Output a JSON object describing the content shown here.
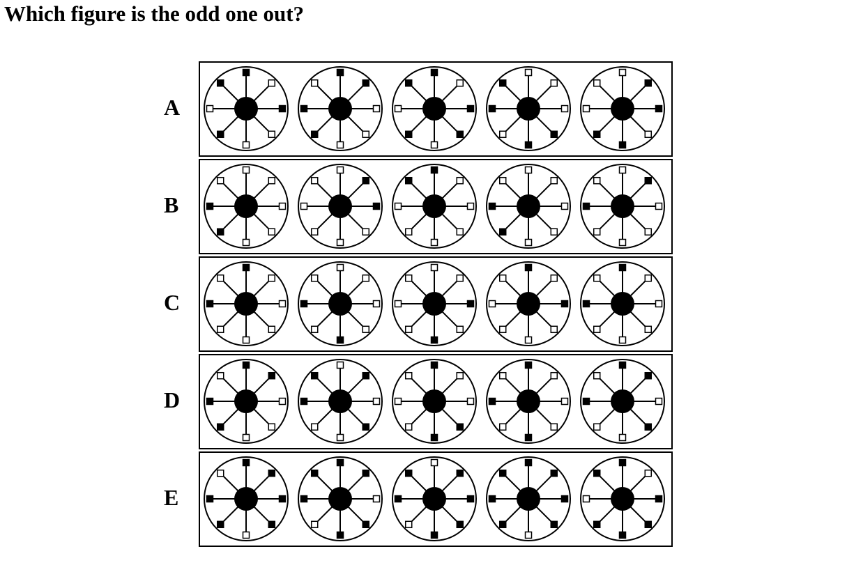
{
  "question": "Which figure is the odd one out?",
  "rows": [
    {
      "label": "A",
      "figures": [
        [
          "F",
          "O",
          "F",
          "O",
          "O",
          "F",
          "O",
          "F"
        ],
        [
          "F",
          "F",
          "O",
          "O",
          "O",
          "F",
          "F",
          "O"
        ],
        [
          "F",
          "O",
          "F",
          "F",
          "O",
          "F",
          "O",
          "F"
        ],
        [
          "O",
          "O",
          "O",
          "F",
          "F",
          "O",
          "F",
          "F"
        ],
        [
          "O",
          "F",
          "F",
          "O",
          "F",
          "F",
          "O",
          "O"
        ]
      ]
    },
    {
      "label": "B",
      "figures": [
        [
          "O",
          "O",
          "O",
          "O",
          "O",
          "F",
          "F",
          "O"
        ],
        [
          "O",
          "F",
          "F",
          "O",
          "O",
          "O",
          "O",
          "O"
        ],
        [
          "F",
          "O",
          "O",
          "O",
          "O",
          "O",
          "O",
          "F"
        ],
        [
          "O",
          "O",
          "O",
          "O",
          "O",
          "F",
          "F",
          "O"
        ],
        [
          "O",
          "F",
          "O",
          "O",
          "O",
          "O",
          "F",
          "O"
        ]
      ]
    },
    {
      "label": "C",
      "figures": [
        [
          "F",
          "O",
          "O",
          "O",
          "O",
          "O",
          "F",
          "O"
        ],
        [
          "O",
          "O",
          "O",
          "O",
          "F",
          "O",
          "F",
          "O"
        ],
        [
          "O",
          "O",
          "F",
          "O",
          "F",
          "O",
          "O",
          "O"
        ],
        [
          "F",
          "O",
          "F",
          "O",
          "O",
          "O",
          "O",
          "O"
        ],
        [
          "F",
          "O",
          "O",
          "O",
          "O",
          "O",
          "F",
          "O"
        ]
      ]
    },
    {
      "label": "D",
      "figures": [
        [
          "F",
          "F",
          "O",
          "O",
          "O",
          "F",
          "F",
          "O"
        ],
        [
          "O",
          "F",
          "O",
          "F",
          "O",
          "O",
          "F",
          "F"
        ],
        [
          "F",
          "O",
          "O",
          "F",
          "F",
          "O",
          "O",
          "O"
        ],
        [
          "F",
          "O",
          "O",
          "O",
          "F",
          "O",
          "F",
          "O"
        ],
        [
          "F",
          "F",
          "O",
          "F",
          "O",
          "O",
          "F",
          "O"
        ]
      ]
    },
    {
      "label": "E",
      "figures": [
        [
          "F",
          "F",
          "F",
          "F",
          "O",
          "F",
          "F",
          "O"
        ],
        [
          "F",
          "F",
          "O",
          "F",
          "F",
          "O",
          "F",
          "F"
        ],
        [
          "O",
          "F",
          "F",
          "F",
          "F",
          "O",
          "F",
          "F"
        ],
        [
          "F",
          "F",
          "F",
          "F",
          "O",
          "F",
          "F",
          "F"
        ],
        [
          "F",
          "O",
          "F",
          "F",
          "F",
          "F",
          "O",
          "F"
        ]
      ]
    }
  ],
  "colors": {
    "ink": "#000000",
    "paper": "#ffffff"
  }
}
